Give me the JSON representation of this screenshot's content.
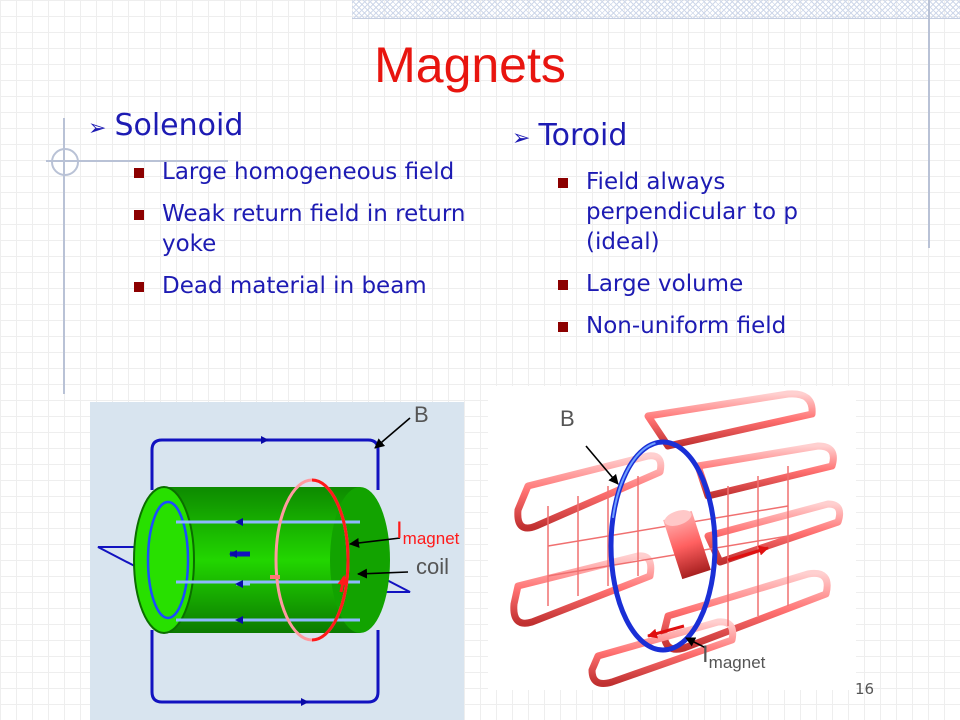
{
  "title": "Magnets",
  "solenoid": {
    "heading": "Solenoid",
    "bullets": [
      "Large homogeneous field",
      "Weak return field in return yoke",
      "Dead material in beam"
    ],
    "figure": {
      "label_b": "B",
      "label_i": "I",
      "label_i_sub": "magnet",
      "label_coil": "coil"
    }
  },
  "toroid": {
    "heading": "Toroid",
    "bullets": [
      "Field always perpendicular to p (ideal)",
      "Large volume",
      "Non-uniform field"
    ],
    "figure": {
      "label_b": "B",
      "label_i": "I",
      "label_i_sub": "magnet"
    }
  },
  "page_number": "16",
  "colors": {
    "title": "#e8150f",
    "text": "#1d1bb3",
    "bullet": "#8c0000"
  }
}
